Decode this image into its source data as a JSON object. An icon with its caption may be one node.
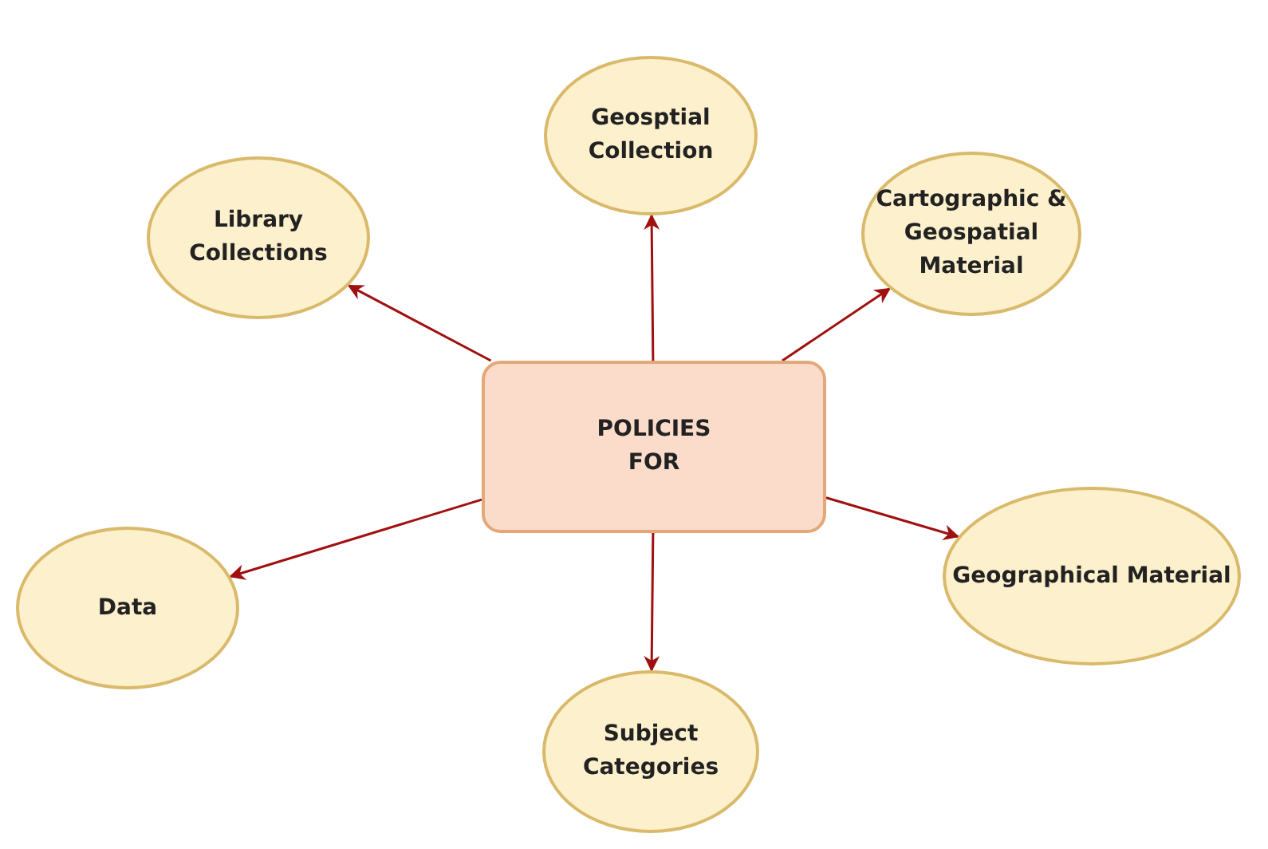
{
  "diagram": {
    "nodes": [
      {
        "text": [
          "POLICIES FOR"
        ]
      },
      {
        "text": [
          "Geosptial Collection"
        ]
      },
      {
        "text": [
          "Library Collections"
        ]
      },
      {
        "text": [
          "Cartographic & Geospatial Material"
        ]
      },
      {
        "text": [
          "Data"
        ]
      },
      {
        "text": [
          "Geographical Material"
        ]
      },
      {
        "text": [
          "Subject Categories"
        ]
      }
    ],
    "edges": [
      {
        "from": 0,
        "to": 1,
        "arrow": "to"
      },
      {
        "from": 0,
        "to": 2,
        "arrow": "to"
      },
      {
        "from": 0,
        "to": 3,
        "arrow": "to"
      },
      {
        "from": 0,
        "to": 4,
        "arrow": "to"
      },
      {
        "from": 0,
        "to": 5,
        "arrow": "to"
      },
      {
        "from": 0,
        "to": 6,
        "arrow": "to"
      }
    ]
  }
}
